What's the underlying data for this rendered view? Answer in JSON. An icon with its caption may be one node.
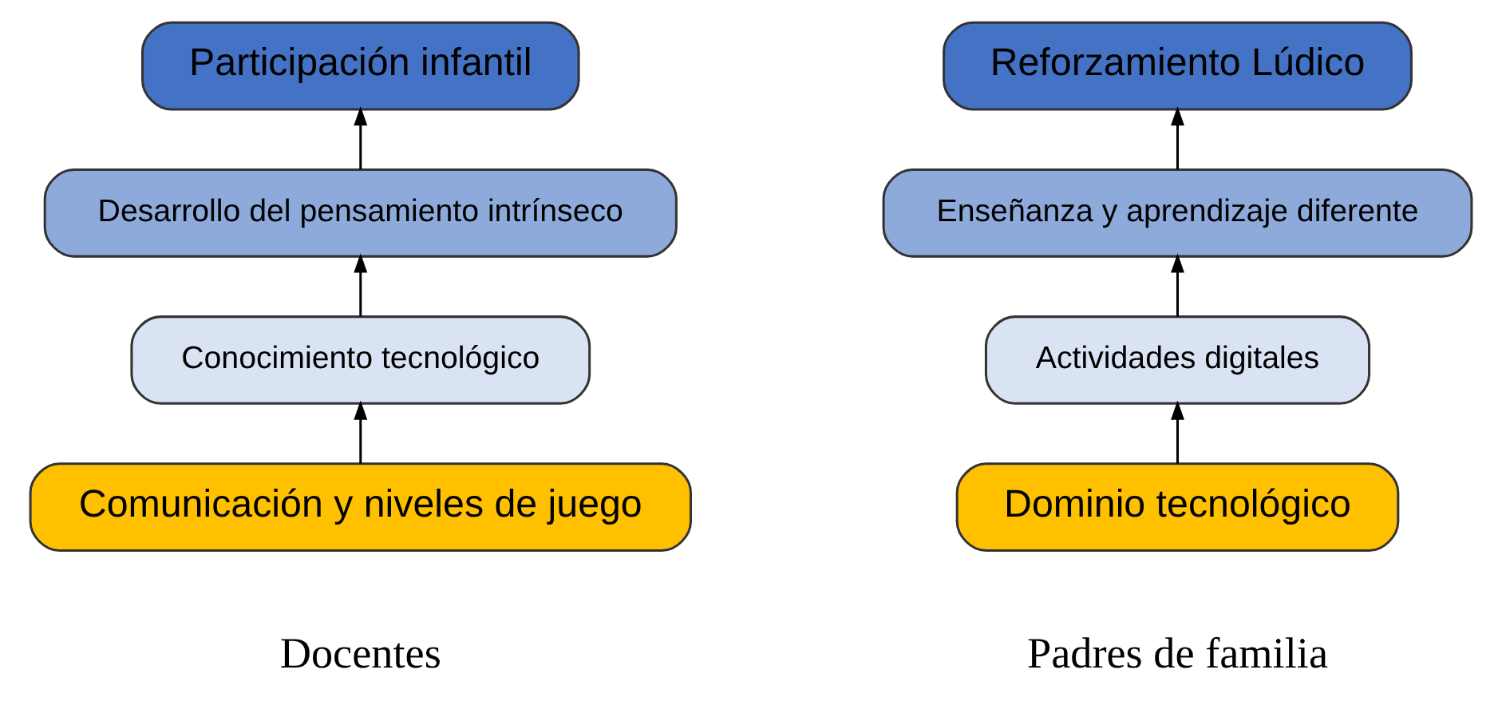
{
  "diagram": {
    "nodes": [
      {
        "text": [
          "Participación infantil"
        ]
      },
      {
        "text": [
          "Desarrollo del pensamiento intrínseco"
        ]
      },
      {
        "text": [
          "Conocimiento tecnológico"
        ]
      },
      {
        "text": [
          "Comunicación y niveles de juego"
        ]
      },
      {
        "text": [
          "Reforzamiento Lúdico"
        ]
      },
      {
        "text": [
          "Enseñanza y aprendizaje diferente"
        ]
      },
      {
        "text": [
          "Actividades digitales"
        ]
      },
      {
        "text": [
          "Dominio tecnológico"
        ]
      }
    ],
    "edges": [
      {
        "from": 3,
        "to": 2,
        "arrow": "to"
      },
      {
        "from": 2,
        "to": 1,
        "arrow": "to"
      },
      {
        "from": 1,
        "to": 0,
        "arrow": "to"
      },
      {
        "from": 7,
        "to": 6,
        "arrow": "to"
      },
      {
        "from": 6,
        "to": 5,
        "arrow": "to"
      },
      {
        "from": 5,
        "to": 4,
        "arrow": "to"
      }
    ],
    "labels": [
      "Docentes",
      "Padres de familia"
    ]
  }
}
